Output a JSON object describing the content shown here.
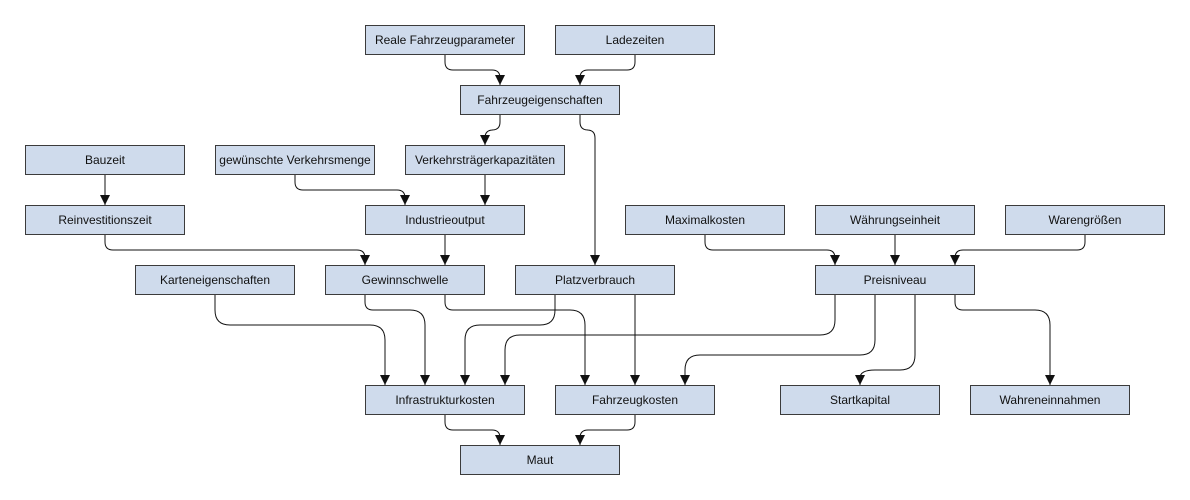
{
  "nodes": {
    "reale_fahrzeugparameter": "Reale Fahrzeugparameter",
    "ladezeiten": "Ladezeiten",
    "fahrzeugeigenschaften": "Fahrzeugeigenschaften",
    "bauzeit": "Bauzeit",
    "gewuenschte_verkehrsmenge": "gewünschte Verkehrsmenge",
    "verkehrstraegerkapazitaeten": "Verkehrsträgerkapazitäten",
    "reinvestitionszeit": "Reinvestitionszeit",
    "industrieoutput": "Industrieoutput",
    "maximalkosten": "Maximalkosten",
    "waehrungseinheit": "Währungseinheit",
    "warengroessen": "Warengrößen",
    "karteneigenschaften": "Karteneigenschaften",
    "gewinnschwelle": "Gewinnschwelle",
    "platzverbrauch": "Platzverbrauch",
    "preisniveau": "Preisniveau",
    "infrastrukturkosten": "Infrastrukturkosten",
    "fahrzeugkosten": "Fahrzeugkosten",
    "startkapital": "Startkapital",
    "wahreneinnahmen": "Wahreneinnahmen",
    "maut": "Maut"
  },
  "colors": {
    "node_fill": "#cfdbec",
    "node_border": "#3b3b3b",
    "edge": "#111111"
  }
}
